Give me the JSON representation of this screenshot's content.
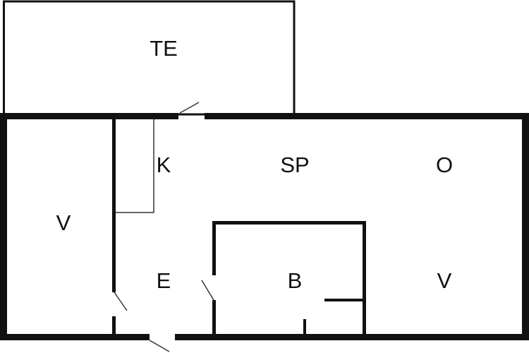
{
  "plan": {
    "rooms": [
      {
        "id": "terrace",
        "label": "TE"
      },
      {
        "id": "kitchen",
        "label": "K"
      },
      {
        "id": "living",
        "label": "SP"
      },
      {
        "id": "other",
        "label": "O"
      },
      {
        "id": "left-room",
        "label": "V"
      },
      {
        "id": "entrance",
        "label": "E"
      },
      {
        "id": "bathroom",
        "label": "B"
      },
      {
        "id": "right-room",
        "label": "V"
      }
    ],
    "wall_color": "#111111",
    "background": "#ffffff"
  }
}
